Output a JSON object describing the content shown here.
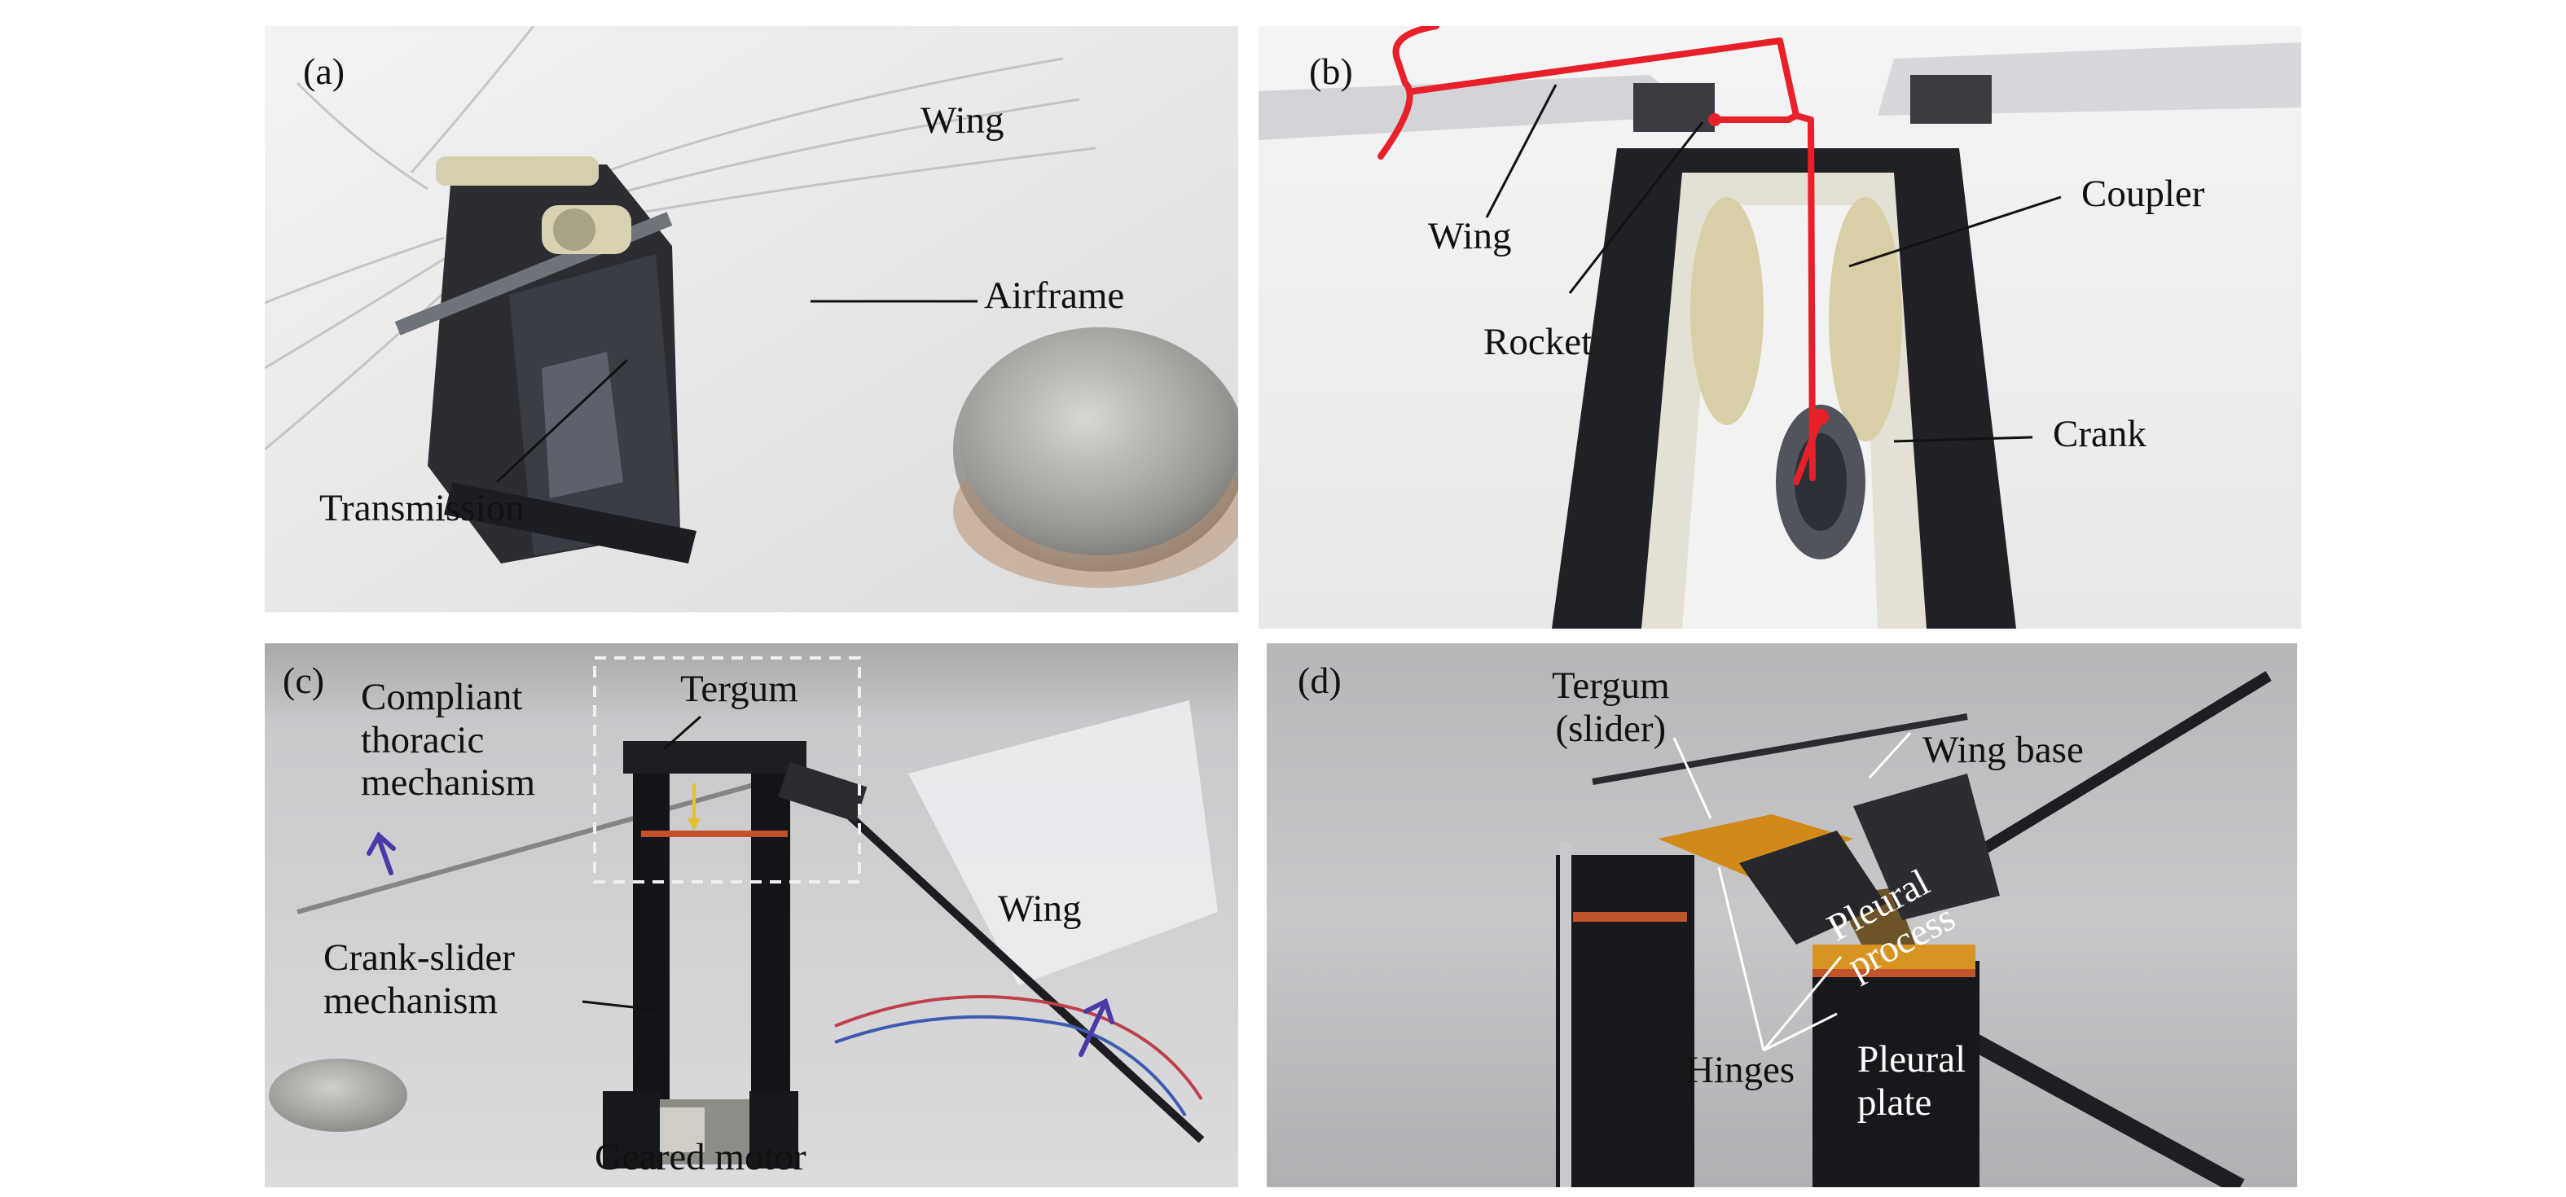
{
  "panels": {
    "a": {
      "tag": "(a)",
      "labels": {
        "wing": "Wing",
        "airframe": "Airframe",
        "transmission": "Transmission"
      }
    },
    "b": {
      "tag": "(b)",
      "labels": {
        "wing": "Wing",
        "rocket": "Rocket",
        "coupler": "Coupler",
        "crank": "Crank"
      },
      "linkage_color": "#e8202a"
    },
    "c": {
      "tag": "(c)",
      "labels": {
        "compliant": "Compliant\nthoracic\nmechanism",
        "tergum": "Tergum",
        "wing": "Wing",
        "crank_slider": "Crank-slider\nmechanism",
        "motor": "Geared motor"
      },
      "arrow_color": "#4a3aa8"
    },
    "d": {
      "tag": "(d)",
      "labels": {
        "tergum": "Tergum\n(slider)",
        "wing_base": "Wing base",
        "pleural_process": "Pleural\nprocess",
        "hinges": "Hinges",
        "pleural_plate": "Pleural\nplate"
      }
    }
  }
}
